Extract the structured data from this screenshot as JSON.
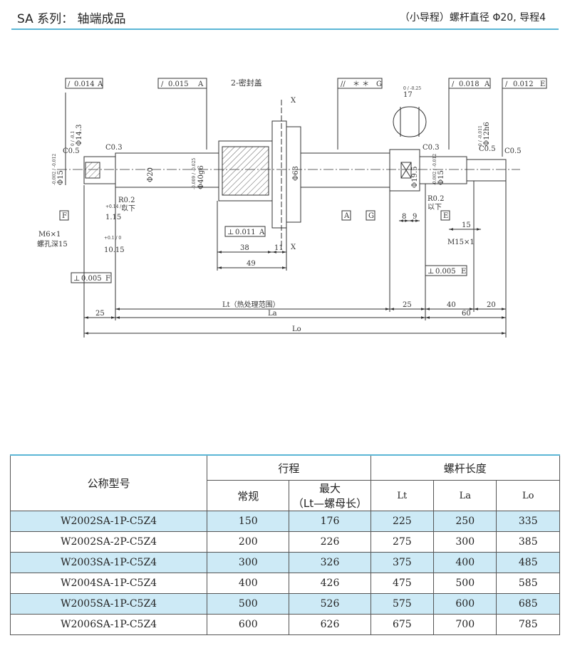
{
  "header": {
    "title": "SA 系列： 轴端成品",
    "subtitle": "（小导程）螺杆直径 Φ20, 导程4"
  },
  "drawing": {
    "tolerance_frames": [
      {
        "sym": "∕",
        "val": "0.014",
        "ref": "A"
      },
      {
        "sym": "∕",
        "val": "0.015",
        "ref": "A"
      },
      {
        "sym": "//",
        "val": "＊ ＊",
        "ref": "G"
      },
      {
        "sym": "∕",
        "val": "0.018",
        "ref": "A"
      },
      {
        "sym": "∕",
        "val": "0.012",
        "ref": "E"
      },
      {
        "sym": "⊥",
        "val": "0.011",
        "ref": "A"
      },
      {
        "sym": "⊥",
        "val": "0.005",
        "ref": "F"
      },
      {
        "sym": "⊥",
        "val": "0.005",
        "ref": "E"
      }
    ],
    "labels": {
      "seal": "2-密封盖",
      "chamfer_c05": "C0.5",
      "chamfer_c03": "C0.3",
      "phi15": "Φ15",
      "phi15_tol": "-0.002 / -0.012",
      "phi143": "Φ14.3",
      "phi143_tol": "0 / -0.1",
      "phi20": "Φ20",
      "phi40": "Φ40g6",
      "phi40_tol": "-0.009 / -0.025",
      "phi63": "Φ63",
      "phi195": "Φ19.5",
      "phi12": "Φ12h6",
      "phi12_tol": "0 / -0.011",
      "slot_w": "17",
      "slot_tol": "0 / -0.25",
      "r02": "R0.2",
      "below": "以下",
      "dim_115": "1.15",
      "dim_115_tol": "+0.14 / 0",
      "dim_1015": "10.15",
      "dim_1015_tol": "+0.1 / 0",
      "m6": "M6×1",
      "m6_depth": "螺孔深15",
      "m15": "M15×1",
      "d38": "38",
      "d11": "11",
      "d49": "49",
      "d8": "8",
      "d9": "9",
      "d15": "15",
      "d25a": "25",
      "d25b": "25",
      "d40": "40",
      "d60": "60",
      "d20": "20",
      "lt": "Lt（热处理范围）",
      "la": "La",
      "lo": "Lo",
      "x": "X",
      "datum_a": "A",
      "datum_g": "G",
      "datum_e": "E",
      "datum_f": "F"
    }
  },
  "table": {
    "col_model": "公称型号",
    "col_stroke": "行程",
    "col_regular": "常规",
    "col_max_l1": "最大",
    "col_max_l2": "（Lt—螺母长）",
    "col_length": "螺杆长度",
    "col_lt": "Lt",
    "col_la": "La",
    "col_lo": "Lo",
    "rows": [
      {
        "model": "W2002SA-1P-C5Z4",
        "regular": "150",
        "max": "176",
        "lt": "225",
        "la": "250",
        "lo": "335"
      },
      {
        "model": "W2002SA-2P-C5Z4",
        "regular": "200",
        "max": "226",
        "lt": "275",
        "la": "300",
        "lo": "385"
      },
      {
        "model": "W2003SA-1P-C5Z4",
        "regular": "300",
        "max": "326",
        "lt": "375",
        "la": "400",
        "lo": "485"
      },
      {
        "model": "W2004SA-1P-C5Z4",
        "regular": "400",
        "max": "426",
        "lt": "475",
        "la": "500",
        "lo": "585"
      },
      {
        "model": "W2005SA-1P-C5Z4",
        "regular": "500",
        "max": "526",
        "lt": "575",
        "la": "600",
        "lo": "685"
      },
      {
        "model": "W2006SA-1P-C5Z4",
        "regular": "600",
        "max": "626",
        "lt": "675",
        "la": "700",
        "lo": "785"
      }
    ]
  },
  "colors": {
    "accent": "#5bb6d6",
    "row_shade": "#cdeaf6"
  }
}
